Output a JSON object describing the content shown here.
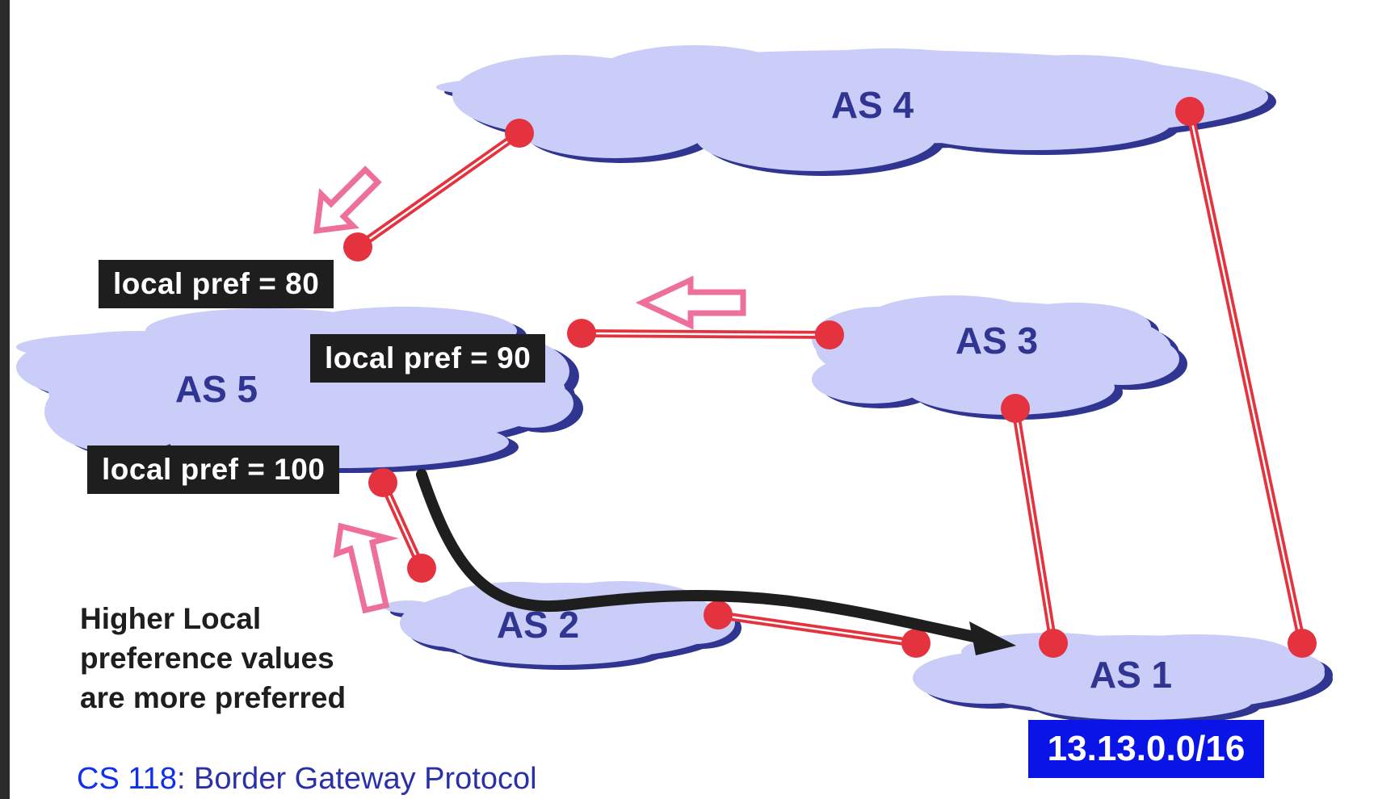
{
  "diagram": {
    "autonomous_systems": [
      "AS 4",
      "AS 3",
      "AS 5",
      "AS 2",
      "AS 1"
    ],
    "local_pref_labels": [
      "local pref = 80",
      "local pref = 90",
      "local pref = 100"
    ],
    "prefix": "13.13.0.0/16",
    "note_lines": [
      "Higher Local",
      "preference values",
      "are more preferred"
    ]
  },
  "footer": {
    "course": "CS 118",
    "title": ": Border Gateway Protocol"
  },
  "colors": {
    "cloud_fill": "#c9cdf7",
    "cloud_shadow": "#2f3590",
    "link_red": "#e5323f",
    "arrow_pink": "#ee6f9c",
    "prefix_blue": "#0a14e6",
    "label_black": "#1e1e1e"
  }
}
